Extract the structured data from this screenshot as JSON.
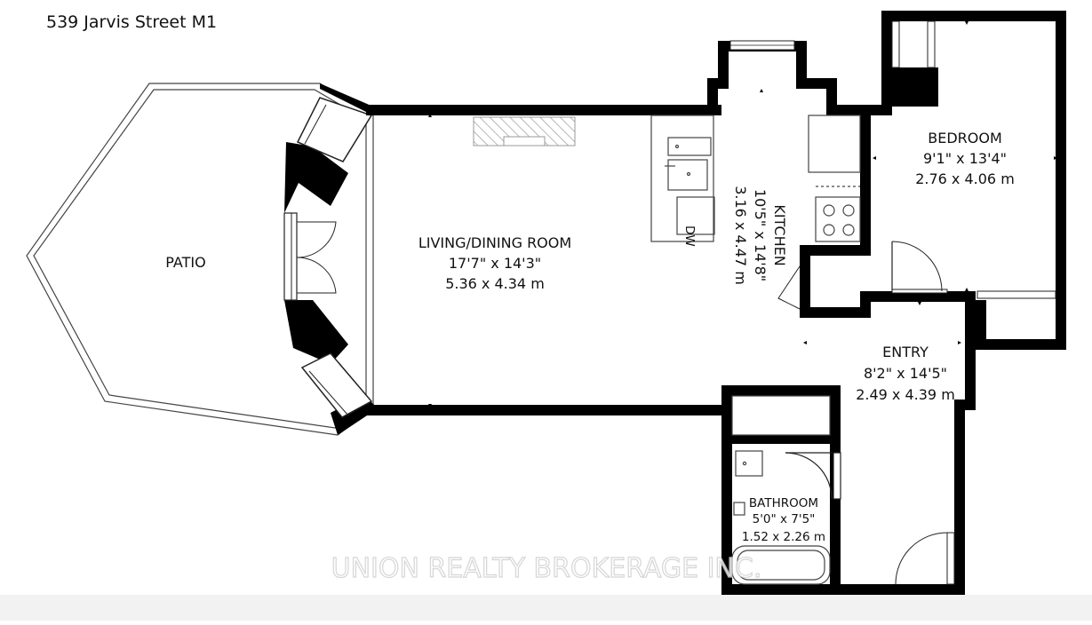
{
  "address": "539 Jarvis Street M1",
  "watermark": "UNION REALTY BROKERAGE INC.",
  "colors": {
    "wall": "#000000",
    "fill": "#ffffff",
    "hatch": "#999999"
  },
  "rooms": {
    "patio": {
      "name": "PATIO"
    },
    "living": {
      "name": "LIVING/DINING ROOM",
      "imperial": "17'7\" x 14'3\"",
      "metric": "5.36 x 4.34 m"
    },
    "kitchen": {
      "name": "KITCHEN",
      "imperial": "10'5\" x 14'8\"",
      "metric": "3.16 x 4.47 m",
      "appliance": "DW"
    },
    "bedroom": {
      "name": "BEDROOM",
      "imperial": "9'1\" x 13'4\"",
      "metric": "2.76 x 4.06 m"
    },
    "entry": {
      "name": "ENTRY",
      "imperial": "8'2\" x 14'5\"",
      "metric": "2.49 x 4.39 m"
    },
    "bathroom": {
      "name": "BATHROOM",
      "imperial": "5'0\" x 7'5\"",
      "metric": "1.52 x 2.26 m"
    }
  }
}
